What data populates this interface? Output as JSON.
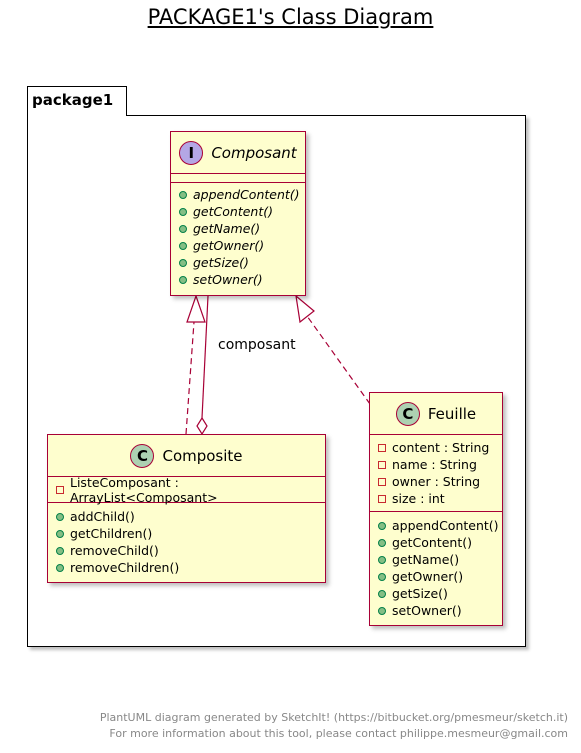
{
  "title": "PACKAGE1's Class Diagram",
  "package": {
    "name": "package1"
  },
  "classes": {
    "composant": {
      "stereotype_letter": "I",
      "name": "Composant",
      "methods": [
        "appendContent()",
        "getContent()",
        "getName()",
        "getOwner()",
        "getSize()",
        "setOwner()"
      ]
    },
    "composite": {
      "stereotype_letter": "C",
      "name": "Composite",
      "attributes": [
        "ListeComposant : ArrayList<Composant>"
      ],
      "methods": [
        "addChild()",
        "getChildren()",
        "removeChild()",
        "removeChildren()"
      ]
    },
    "feuille": {
      "stereotype_letter": "C",
      "name": "Feuille",
      "attributes": [
        "content : String",
        "name : String",
        "owner : String",
        "size : int"
      ],
      "methods": [
        "appendContent()",
        "getContent()",
        "getName()",
        "getOwner()",
        "getSize()",
        "setOwner()"
      ]
    }
  },
  "relations": {
    "aggregation_label": "composant"
  },
  "footer": {
    "line1": "PlantUML diagram generated by SketchIt! (https://bitbucket.org/pmesmeur/sketch.it)",
    "line2": "For more information about this tool, please contact philippe.mesmeur@gmail.com"
  },
  "colors": {
    "class_fill": "#FEFECE",
    "class_border": "#A80036",
    "interface_badge": "#B4A7E5",
    "class_badge": "#ADD1B2",
    "public_marker": "#84BE84",
    "private_marker": "#C82930"
  }
}
